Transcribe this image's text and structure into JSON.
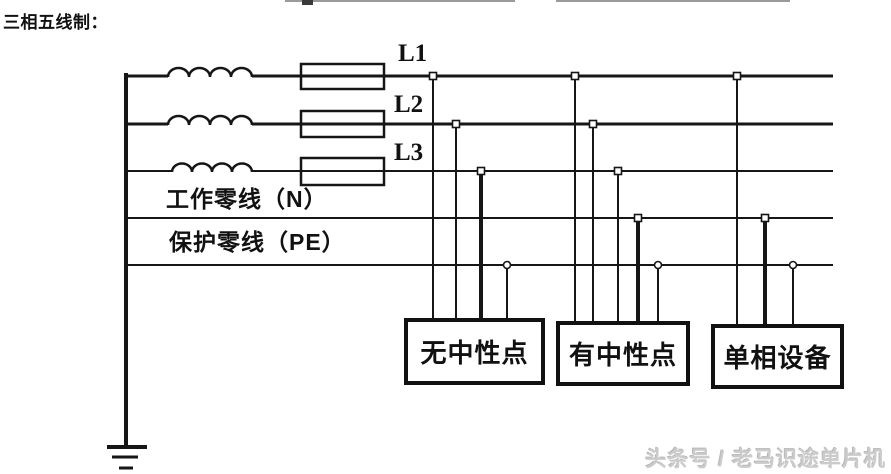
{
  "title": "三相五线制：",
  "watermark": "头条号 / 老马识途单片机",
  "colors": {
    "line": "#161616",
    "background": "#ffffff",
    "watermark_text": "#cbcbcb"
  },
  "diagram": {
    "phase_labels": [
      {
        "label": "L1"
      },
      {
        "label": "L2"
      },
      {
        "label": "L3"
      }
    ],
    "working_neutral_label": "工作零线（N）",
    "protective_earth_label": "保护零线（PE）",
    "device_boxes": [
      {
        "label": "无中性点"
      },
      {
        "label": "有中性点"
      },
      {
        "label": "单相设备"
      }
    ],
    "symbols": [
      "inductor-coil-icon",
      "fuse-icon",
      "junction-node-icon",
      "earth-ground-icon"
    ]
  }
}
